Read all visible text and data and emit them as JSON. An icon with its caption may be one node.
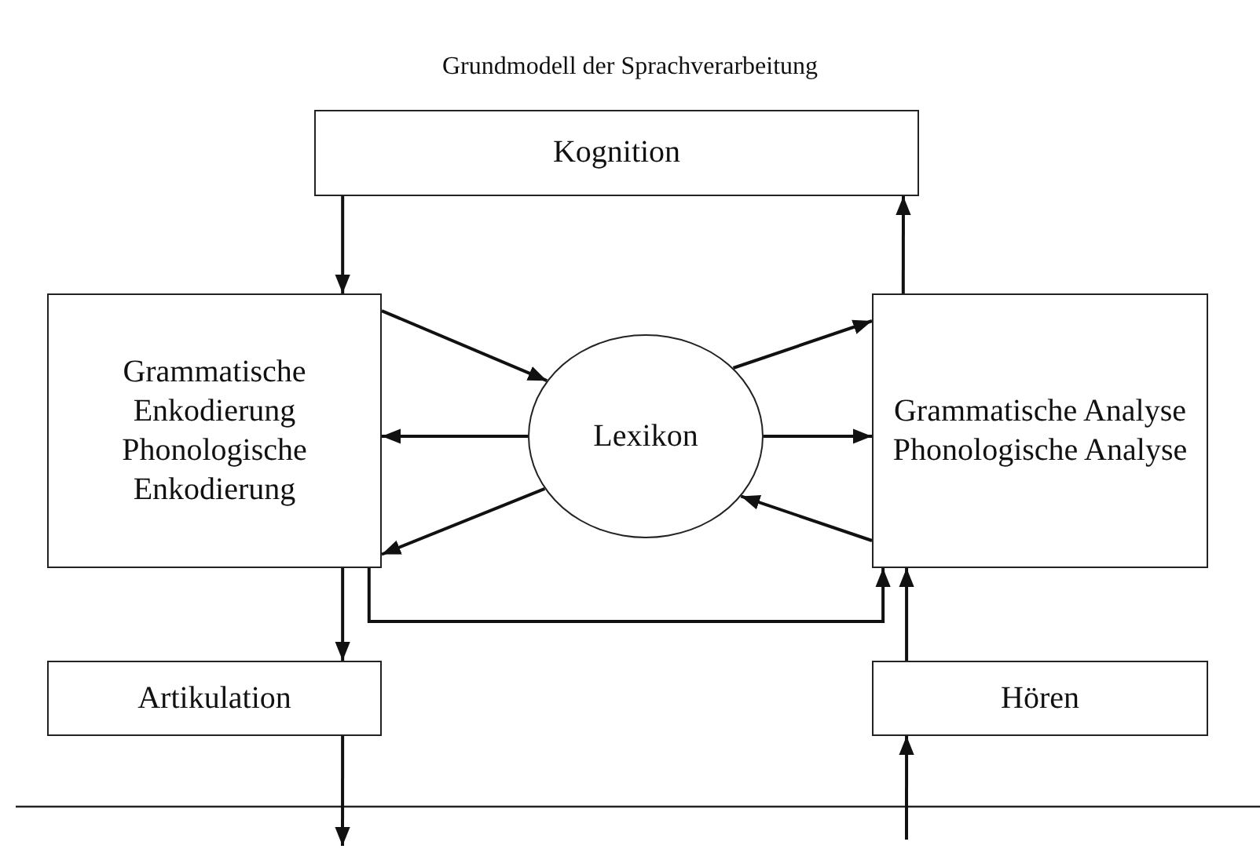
{
  "diagram": {
    "title": "Grundmodell der Sprachverarbeitung",
    "nodes": [
      {
        "text": [
          "Kognition"
        ]
      },
      {
        "text": [
          "Grammatische Enkodierung",
          "Phonologische Enkodierung"
        ]
      },
      {
        "text": [
          "Lexikon"
        ]
      },
      {
        "text": [
          "Grammatische Analyse",
          "Phonologische Analyse"
        ]
      },
      {
        "text": [
          "Artikulation"
        ]
      },
      {
        "text": [
          "Hören"
        ]
      }
    ],
    "edges": [
      {
        "from": 0,
        "to": 1,
        "arrow": "to"
      },
      {
        "from": 3,
        "to": 0,
        "arrow": "to"
      },
      {
        "from": 1,
        "to": 2,
        "arrow": "to"
      },
      {
        "from": 2,
        "to": 1,
        "arrow": "to"
      },
      {
        "from": 2,
        "to": 1,
        "arrow": "to"
      },
      {
        "from": 2,
        "to": 3,
        "arrow": "to"
      },
      {
        "from": 2,
        "to": 3,
        "arrow": "to"
      },
      {
        "from": 3,
        "to": 2,
        "arrow": "to"
      },
      {
        "from": 1,
        "to": 3,
        "arrow": "to"
      },
      {
        "from": 1,
        "to": 4,
        "arrow": "to"
      },
      {
        "from": 5,
        "to": 3,
        "arrow": "to"
      },
      {
        "from": 4,
        "to": null,
        "arrow": "to"
      },
      {
        "from": null,
        "to": 5,
        "arrow": "to"
      }
    ]
  }
}
